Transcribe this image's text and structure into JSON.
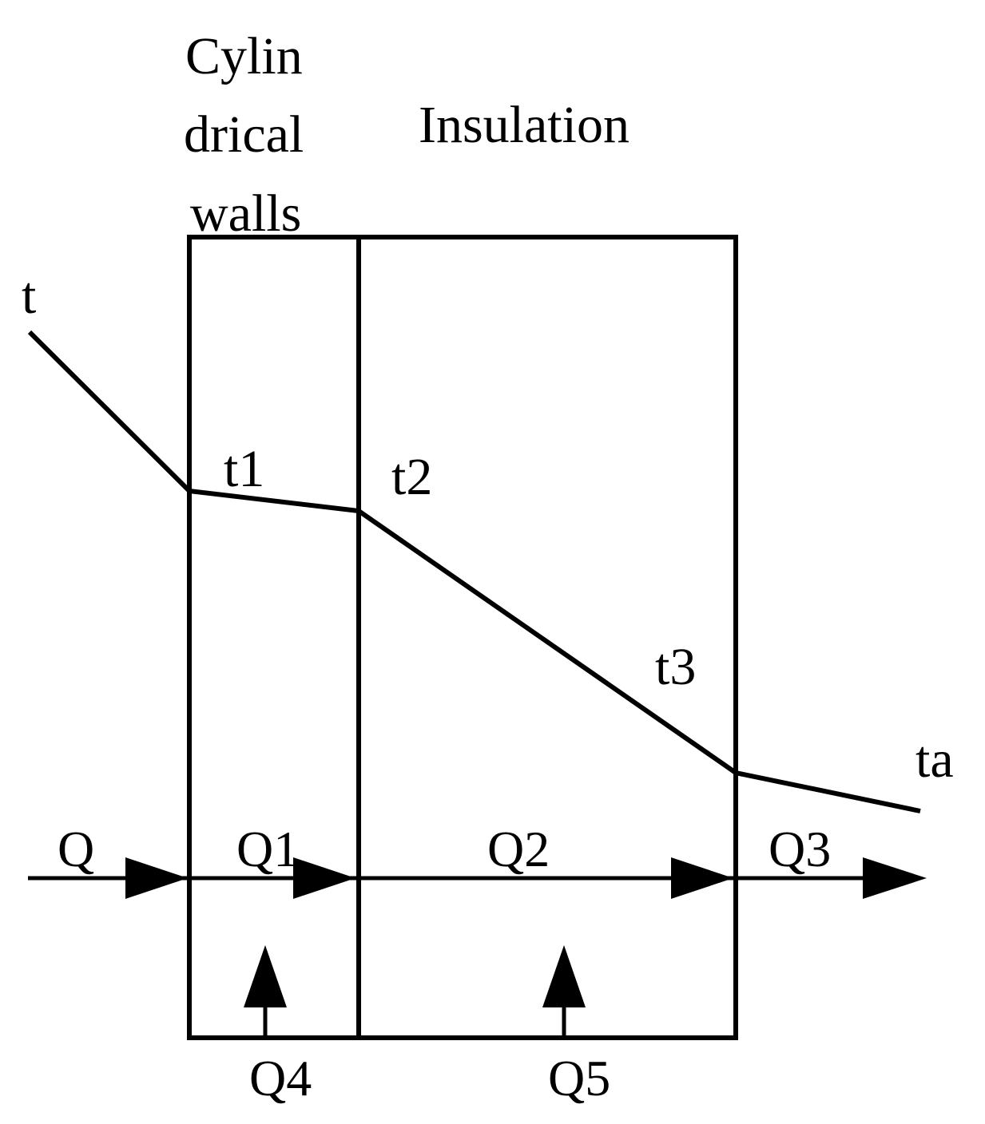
{
  "labels": {
    "wall_line1": "Cylin",
    "wall_line2": "drical",
    "wall_line3": "walls",
    "insulation": "Insulation",
    "t": "t",
    "t1": "t1",
    "t2": "t2",
    "t3": "t3",
    "ta": "ta",
    "Q": "Q",
    "Q1": "Q1",
    "Q2": "Q2",
    "Q3": "Q3",
    "Q4": "Q4",
    "Q5": "Q5"
  },
  "colors": {
    "stroke": "#000000",
    "background": "#ffffff"
  }
}
